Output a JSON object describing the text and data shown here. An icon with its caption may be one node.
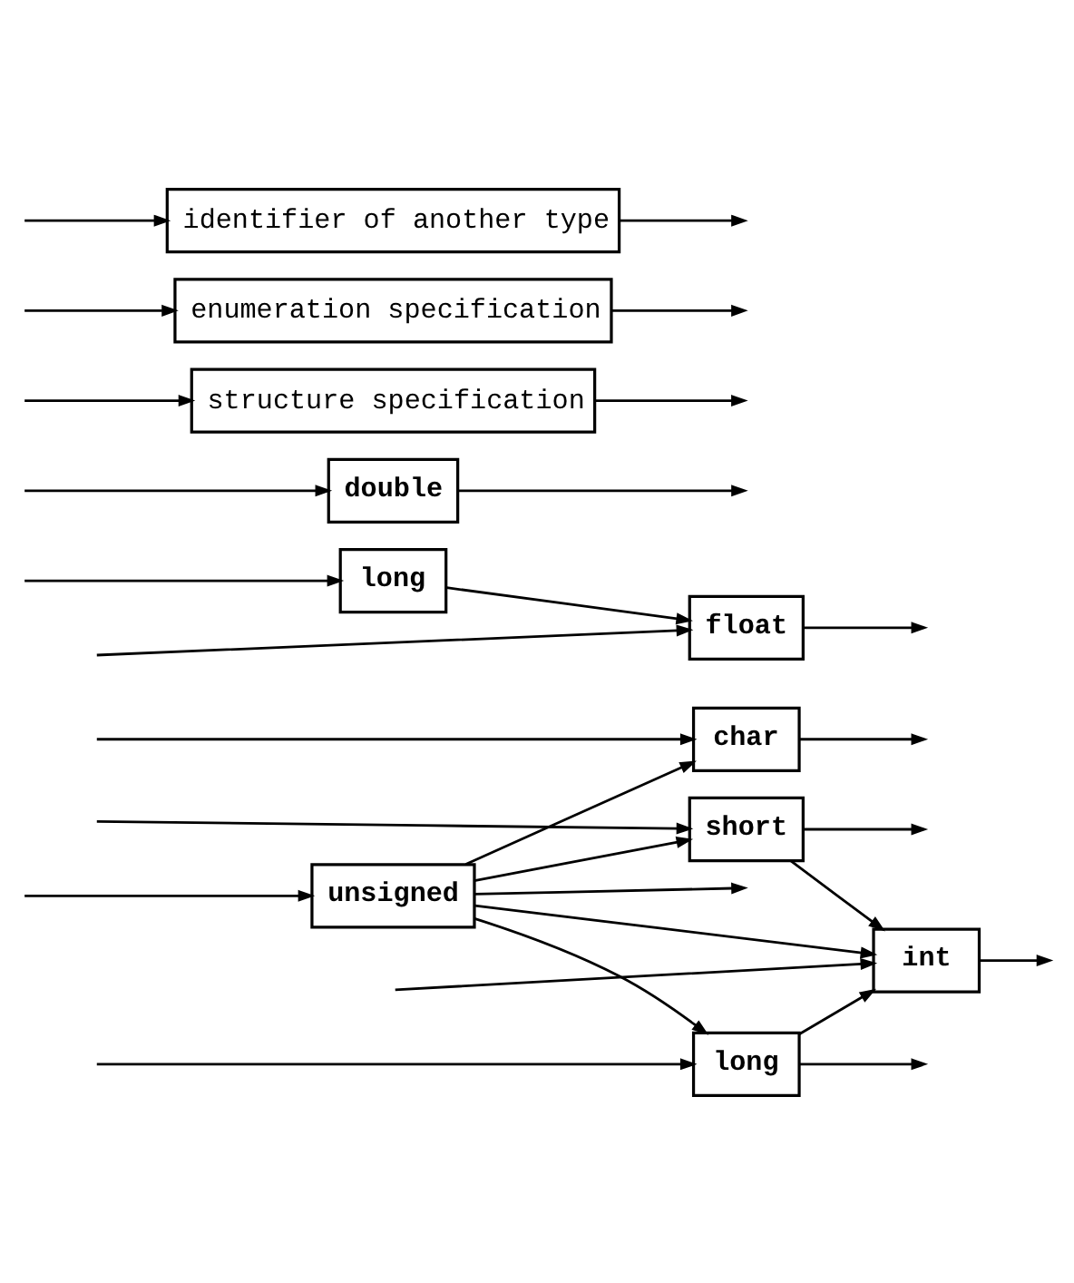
{
  "diagram": {
    "nodes": [
      {
        "text": [
          "unsigned"
        ]
      },
      {
        "text": [
          "char"
        ]
      },
      {
        "text": [
          "int"
        ]
      },
      {
        "text": [
          "short"
        ]
      },
      {
        "text": [
          "long"
        ]
      },
      {
        "text": [
          "float"
        ]
      },
      {
        "text": [
          "long"
        ]
      },
      {
        "text": [
          "double"
        ]
      },
      {
        "text": [
          "structure specification"
        ]
      },
      {
        "text": [
          "enumeration specification"
        ]
      },
      {
        "text": [
          "identifier of another type"
        ]
      }
    ],
    "edges": [
      {
        "from": null,
        "to": 0,
        "arrow": "to"
      },
      {
        "from": null,
        "to": 1,
        "arrow": "to"
      },
      {
        "from": null,
        "to": 2,
        "arrow": "to"
      },
      {
        "from": null,
        "to": 3,
        "arrow": "to"
      },
      {
        "from": null,
        "to": 4,
        "arrow": "to"
      },
      {
        "from": null,
        "to": 5,
        "arrow": "to"
      },
      {
        "from": null,
        "to": 6,
        "arrow": "to"
      },
      {
        "from": null,
        "to": 7,
        "arrow": "to"
      },
      {
        "from": null,
        "to": 8,
        "arrow": "to"
      },
      {
        "from": null,
        "to": 9,
        "arrow": "to"
      },
      {
        "from": null,
        "to": 10,
        "arrow": "to"
      },
      {
        "from": 0,
        "to": null,
        "arrow": "to"
      },
      {
        "from": 0,
        "to": 1,
        "arrow": "to"
      },
      {
        "from": 0,
        "to": 2,
        "arrow": "to"
      },
      {
        "from": 0,
        "to": 3,
        "arrow": "to"
      },
      {
        "from": 0,
        "to": 4,
        "arrow": "to"
      },
      {
        "from": 1,
        "to": null,
        "arrow": "to"
      },
      {
        "from": 2,
        "to": null,
        "arrow": "to"
      },
      {
        "from": 3,
        "to": 2,
        "arrow": "to"
      },
      {
        "from": 3,
        "to": null,
        "arrow": "to"
      },
      {
        "from": 4,
        "to": 2,
        "arrow": "to"
      },
      {
        "from": 4,
        "to": null,
        "arrow": "to"
      },
      {
        "from": 6,
        "to": 5,
        "arrow": "to"
      },
      {
        "from": 5,
        "to": null,
        "arrow": "to"
      },
      {
        "from": 7,
        "to": null,
        "arrow": "to"
      },
      {
        "from": 8,
        "to": null,
        "arrow": "to"
      },
      {
        "from": 9,
        "to": null,
        "arrow": "to"
      },
      {
        "from": 10,
        "to": null,
        "arrow": "to"
      }
    ]
  }
}
